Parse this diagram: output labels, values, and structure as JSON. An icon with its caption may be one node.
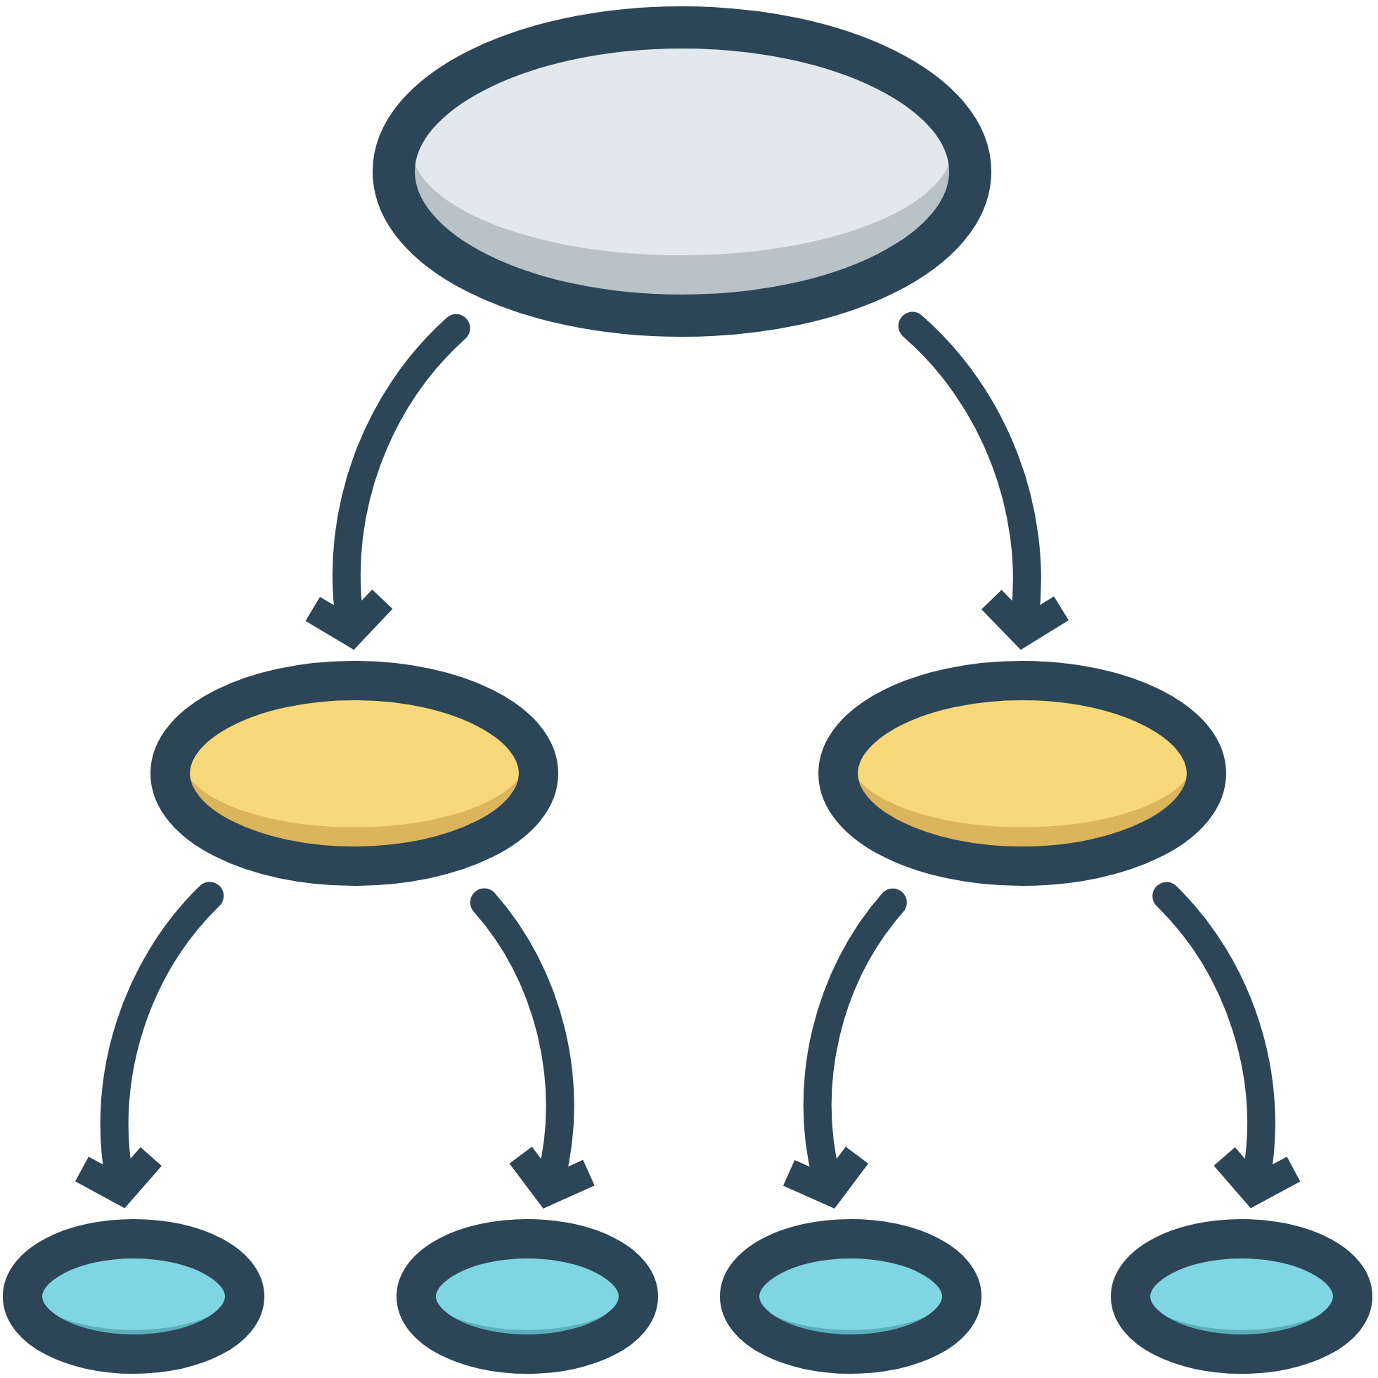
{
  "diagram": {
    "nodes": [
      {
        "text": [],
        "shape": "ellipse"
      },
      {
        "text": [],
        "shape": "ellipse"
      },
      {
        "text": [],
        "shape": "ellipse"
      },
      {
        "text": [],
        "shape": "ellipse"
      },
      {
        "text": [],
        "shape": "ellipse"
      },
      {
        "text": [],
        "shape": "ellipse"
      },
      {
        "text": [],
        "shape": "ellipse"
      }
    ],
    "edges": [
      {
        "from": 0,
        "to": 1,
        "arrow": "to"
      },
      {
        "from": 0,
        "to": 2,
        "arrow": "to"
      },
      {
        "from": 1,
        "to": 3,
        "arrow": "to"
      },
      {
        "from": 1,
        "to": 4,
        "arrow": "to"
      },
      {
        "from": 2,
        "to": 5,
        "arrow": "to"
      },
      {
        "from": 2,
        "to": 6,
        "arrow": "to"
      }
    ]
  }
}
